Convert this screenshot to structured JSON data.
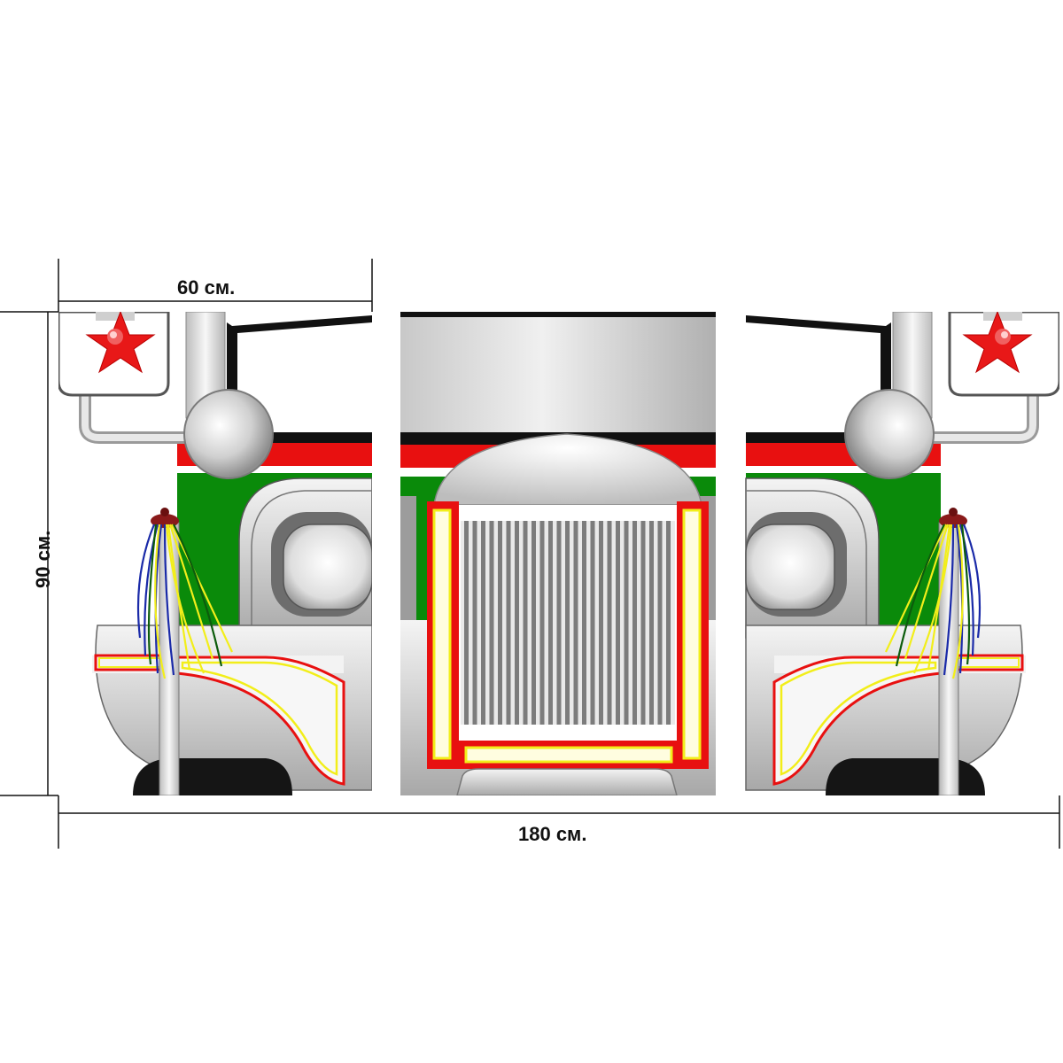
{
  "dimensions": {
    "panel_width_label": "60 см.",
    "total_width_label": "180 см.",
    "height_label": "90 см."
  },
  "panels": {
    "count": 3
  },
  "colors": {
    "body_green": "#0a8a0a",
    "stripe_red": "#e81010",
    "trim_yellow": "#f2ee1a",
    "chrome": "#d9d9d9",
    "star_red": "#e81818",
    "tassel_blue": "#1a2aa8"
  },
  "icons": [
    "star-icon",
    "star-icon",
    "tassel-icon",
    "tassel-icon"
  ]
}
